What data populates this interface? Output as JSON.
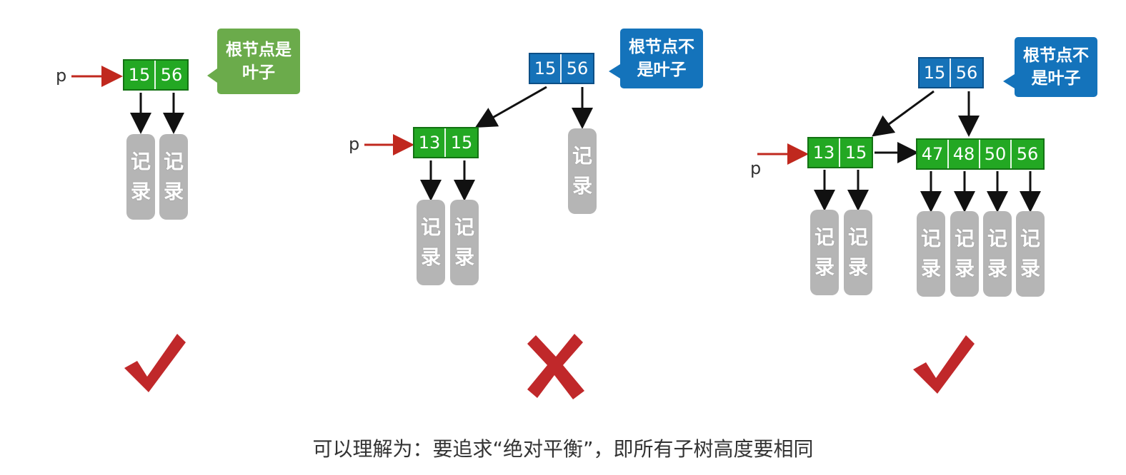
{
  "diagrams": [
    {
      "root": [
        "15",
        "56"
      ],
      "pointer": "p",
      "callout": [
        "根节点是",
        "叶子"
      ],
      "record_text": [
        "记",
        "录"
      ],
      "verdict": "correct"
    },
    {
      "root": [
        "15",
        "56"
      ],
      "child": [
        "13",
        "15"
      ],
      "pointer": "p",
      "callout": [
        "根节点不",
        "是叶子"
      ],
      "record_text": [
        "记",
        "录"
      ],
      "verdict": "wrong"
    },
    {
      "root": [
        "15",
        "56"
      ],
      "left_child": [
        "13",
        "15"
      ],
      "right_child": [
        "47",
        "48",
        "50",
        "56"
      ],
      "pointer": "p",
      "callout": [
        "根节点不",
        "是叶子"
      ],
      "record_text": [
        "记",
        "录"
      ],
      "verdict": "correct"
    }
  ],
  "caption": "可以理解为：要追求“绝对平衡”，即所有子树高度要相同",
  "colors": {
    "leaf_node": "#23a823",
    "root_node": "#1672b8",
    "record": "#b5b5b5",
    "pointer_arrow": "#c0281e",
    "check": "#c0282a"
  },
  "icons": [
    "check-mark-icon",
    "cross-mark-icon"
  ]
}
